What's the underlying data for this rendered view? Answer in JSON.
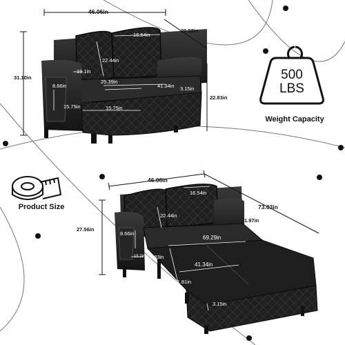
{
  "top_view": {
    "width_label": "46.06in",
    "depth_label": "29.92in",
    "height_label": "31.10in",
    "arm_height_label": "22.83in",
    "back_cushion_label": "16.54in",
    "back_height_label": "22.44in",
    "arm_width_label": "19.1in",
    "pocket_label": "8.66in",
    "seat_depth_label": "25.39in",
    "seat_width_label": "41.34in",
    "leg_label": "3.15in",
    "seat_height_label": "15.75in",
    "base_label": "15.75in"
  },
  "weight_badge": {
    "number": "500",
    "unit": "LBS",
    "caption": "Weight Capacity"
  },
  "product_size": {
    "caption": "Product Size"
  },
  "bottom_view": {
    "width_label": "46.06in",
    "extended_length_label": "73.03in",
    "height_label": "27.56in",
    "back_cushion_label": "16.54in",
    "back_height_label": "22.44in",
    "arm_width_label": "1.97in",
    "pocket_label": "8.66in",
    "side_label": "15.2in",
    "seat_label": "22.83in",
    "bed_length_label": "69.29in",
    "bed_width_label": "41.34in",
    "bed_height_label": "11.81in",
    "leg_label": "3.15in"
  }
}
